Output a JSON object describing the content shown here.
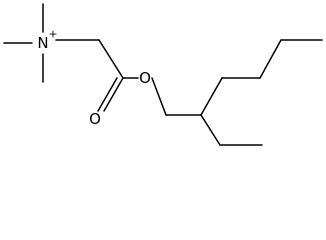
{
  "structure": {
    "atoms": {
      "ammonium_nitrogen": "N",
      "ammonium_charge": "+",
      "carbonyl_oxygen": "O",
      "ester_oxygen": "O"
    },
    "colors": {
      "bond": "#000000",
      "background": "#ffffff"
    }
  }
}
